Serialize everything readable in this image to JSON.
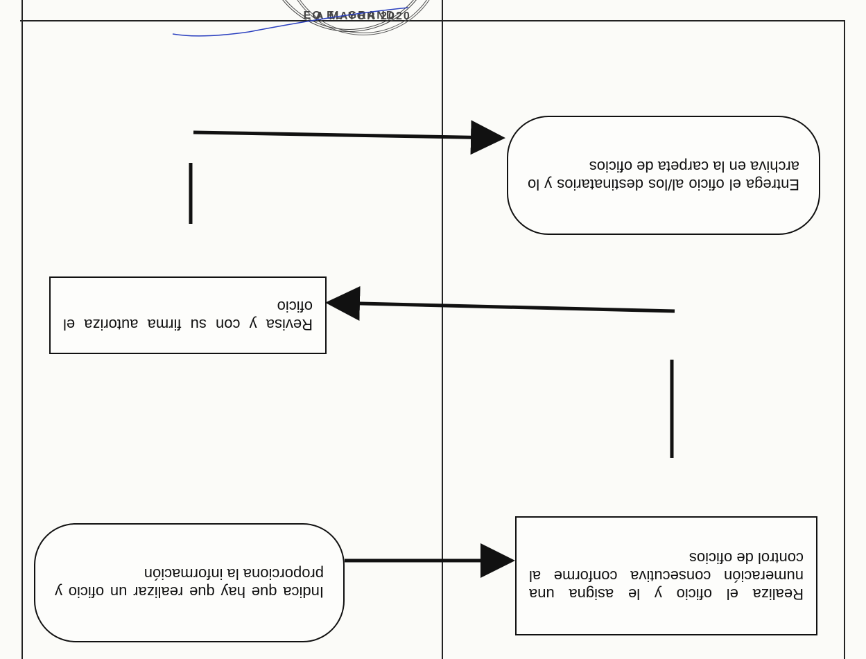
{
  "diagram": {
    "nodes": [
      {
        "id": "indica",
        "shape": "terminal",
        "text": "Indica que hay que realizar un oficio y proporciona la información"
      },
      {
        "id": "realiza",
        "shape": "process",
        "text": "Realiza el oficio y le asigna una numeración consecutiva conforme al control de oficios"
      },
      {
        "id": "revisa",
        "shape": "process",
        "text": "Revisa y con su firma autoriza el oficio"
      },
      {
        "id": "entrega",
        "shape": "terminal",
        "text": "Entrega el oficio al/los destinatarios y lo archiva en la carpeta de oficios"
      }
    ],
    "edges": [
      {
        "from": "indica",
        "to": "realiza"
      },
      {
        "from": "realiza",
        "to": "revisa"
      },
      {
        "from": "revisa",
        "to": "entrega"
      }
    ]
  },
  "stamps": {
    "left_stamp_text": "EO EL GRAND",
    "right_stamp_text": "A MAYOR 2020"
  },
  "colors": {
    "ink": "#111111",
    "paper": "#fbfbf8",
    "signature": "#2a3fbf"
  }
}
